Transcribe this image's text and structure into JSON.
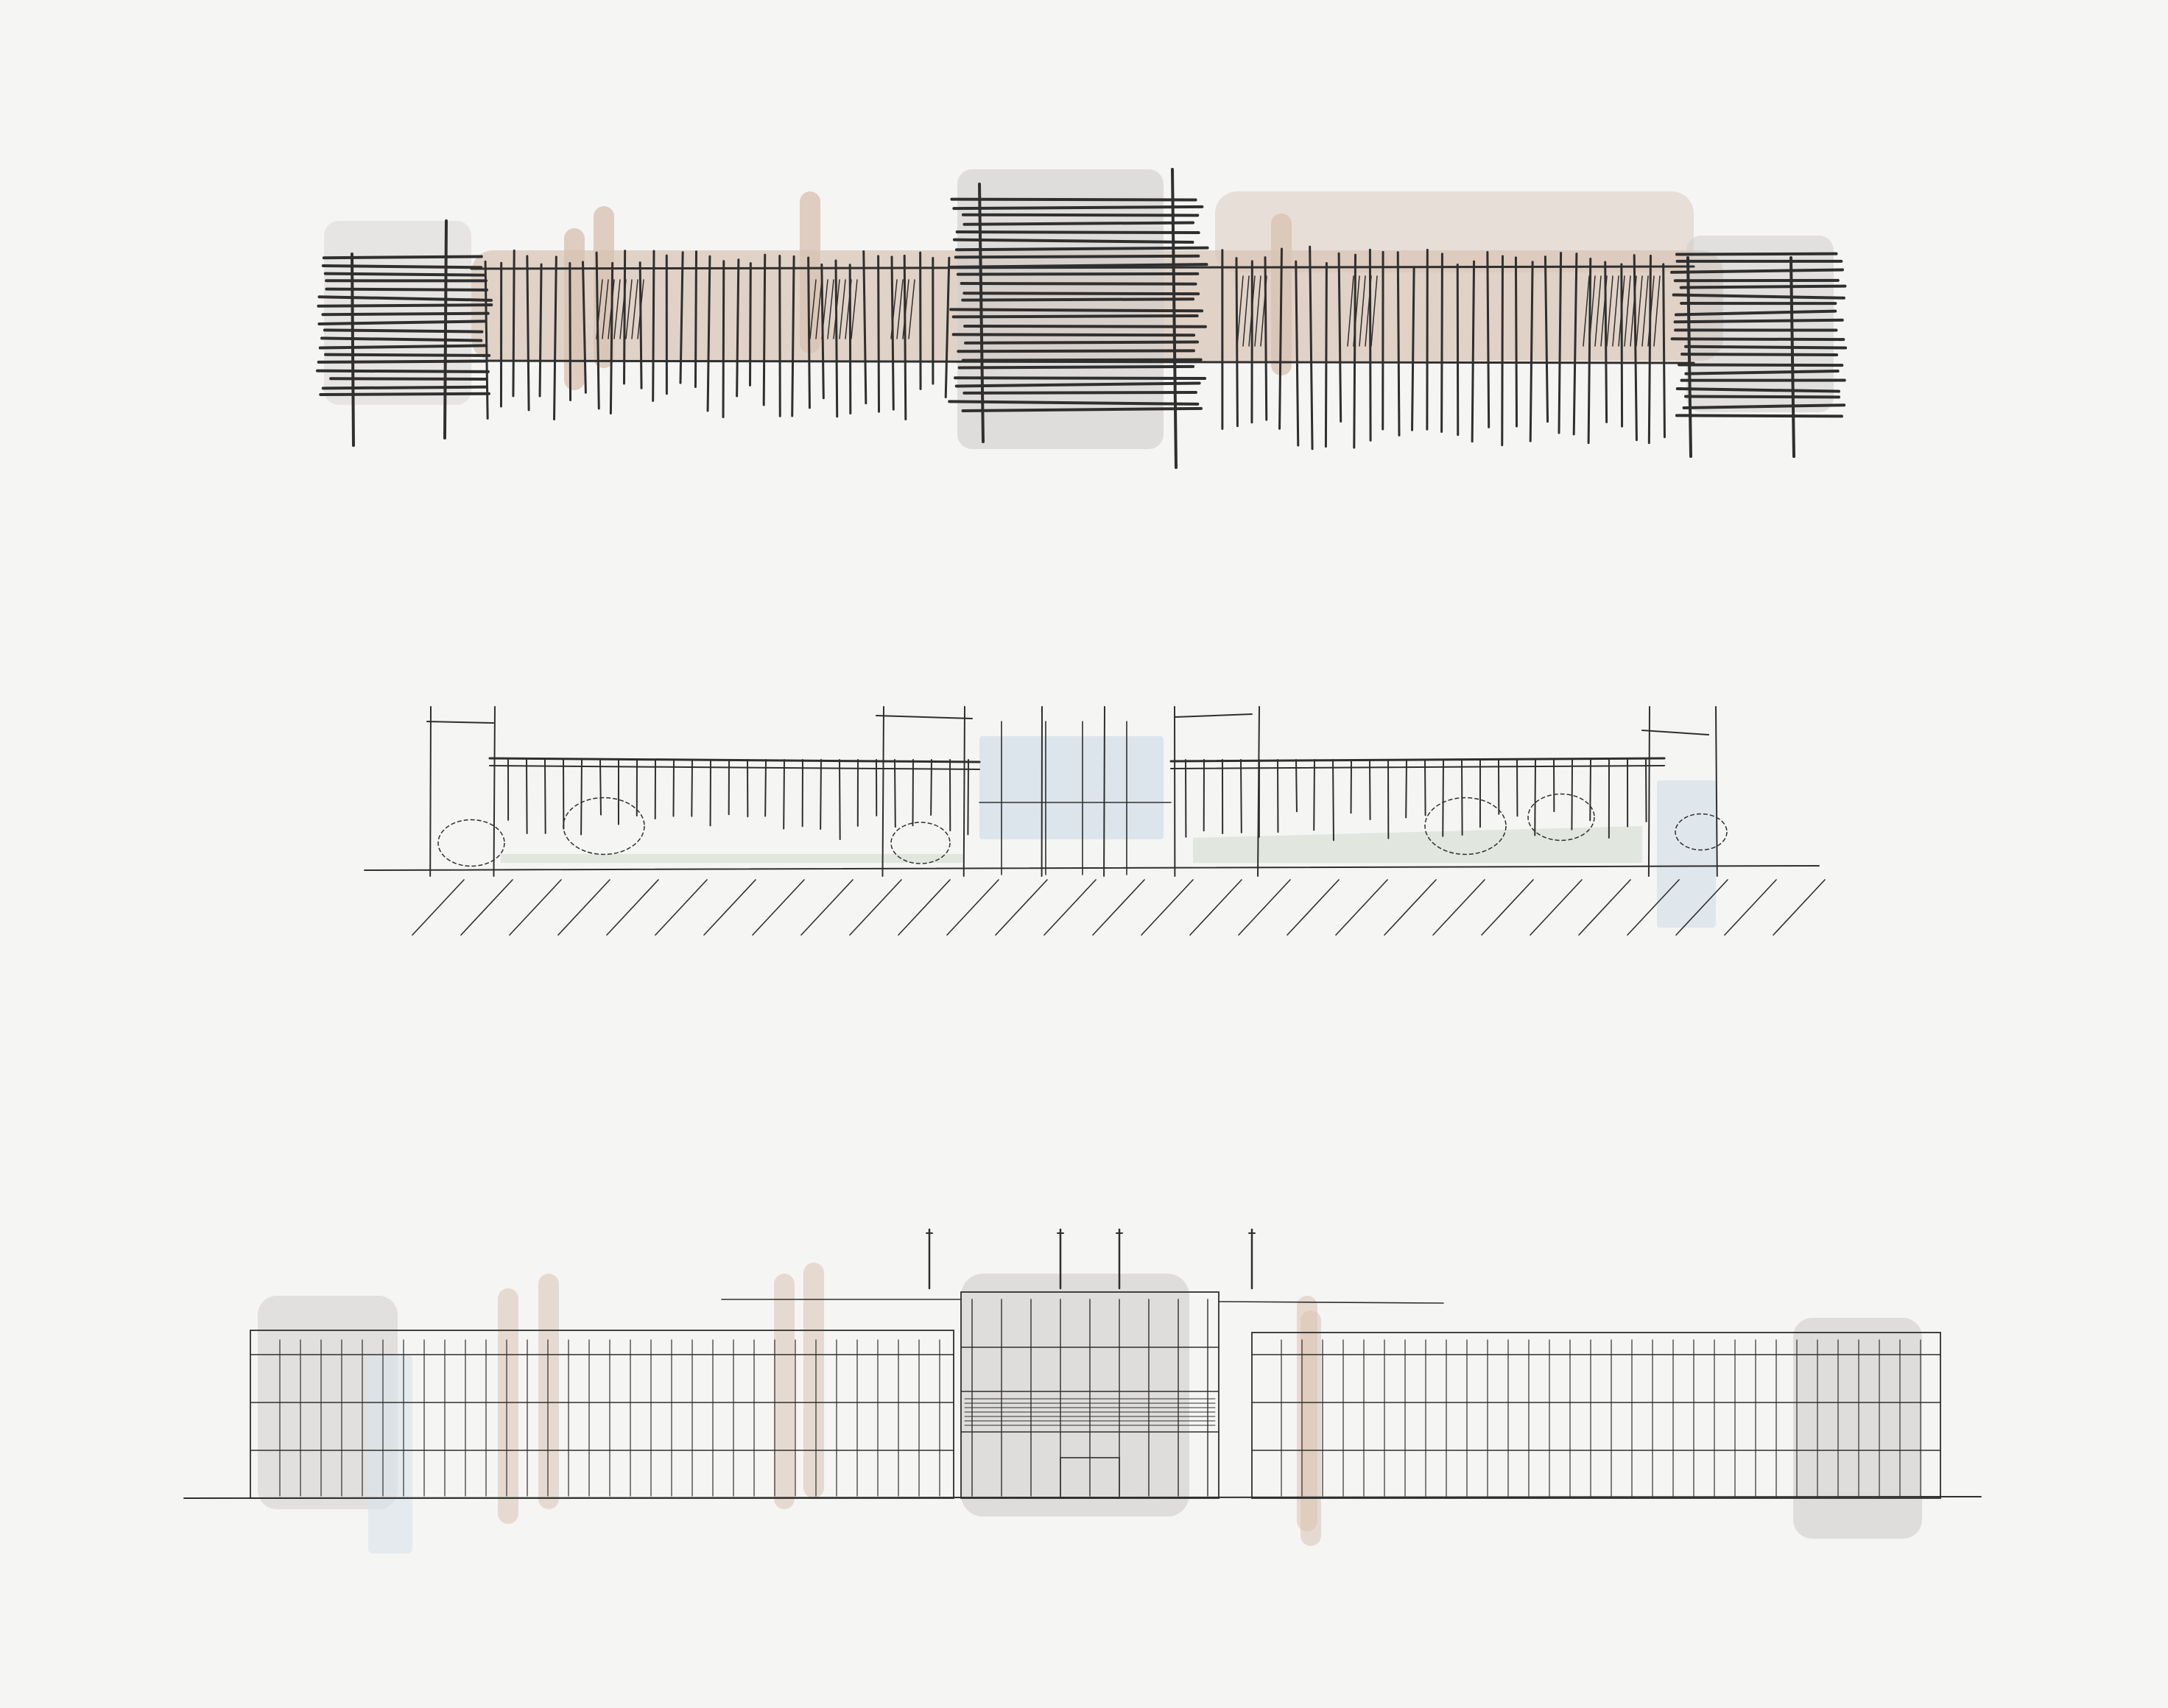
{
  "drawing": {
    "sketches": [
      {
        "id": "massing-study",
        "style": "marker"
      },
      {
        "id": "pergola-elevation",
        "style": "pen"
      },
      {
        "id": "facade-elevation",
        "style": "pen"
      }
    ],
    "colors": {
      "paper": "#f5f5f4",
      "ink": "#2f2f2f",
      "marker_tan": "#d8c3b3",
      "marker_grey": "#cfcdcc",
      "wash_blue": "#d9e3ea",
      "wash_green": "#dfe6dd"
    }
  }
}
